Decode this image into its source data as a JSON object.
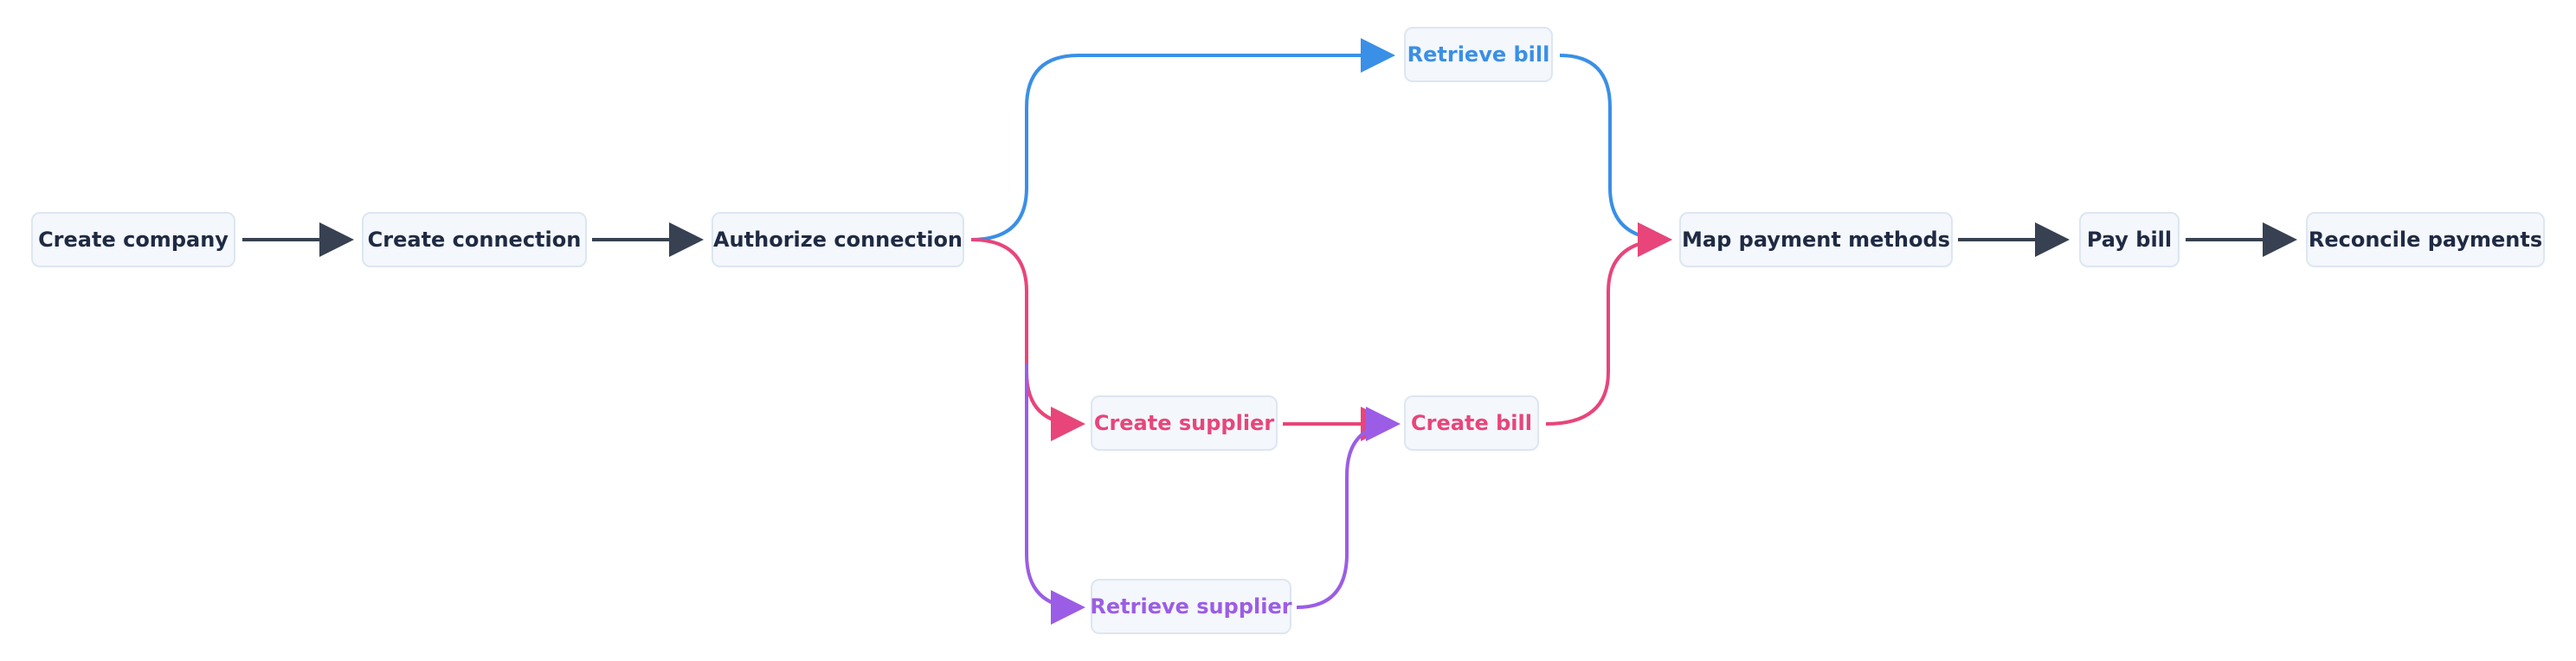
{
  "diagram": {
    "nodes": {
      "create_company": "Create company",
      "create_connection": "Create connection",
      "authorize_connection": "Authorize connection",
      "retrieve_bill": "Retrieve bill",
      "create_supplier": "Create supplier",
      "retrieve_supplier": "Retrieve supplier",
      "create_bill": "Create bill",
      "map_payment_methods": "Map payment methods",
      "pay_bill": "Pay bill",
      "reconcile_payments": "Reconcile payments"
    },
    "colors": {
      "main": "#374151",
      "blue": "#3a8fe6",
      "pink": "#e8457a",
      "purple": "#9b5de5"
    }
  }
}
